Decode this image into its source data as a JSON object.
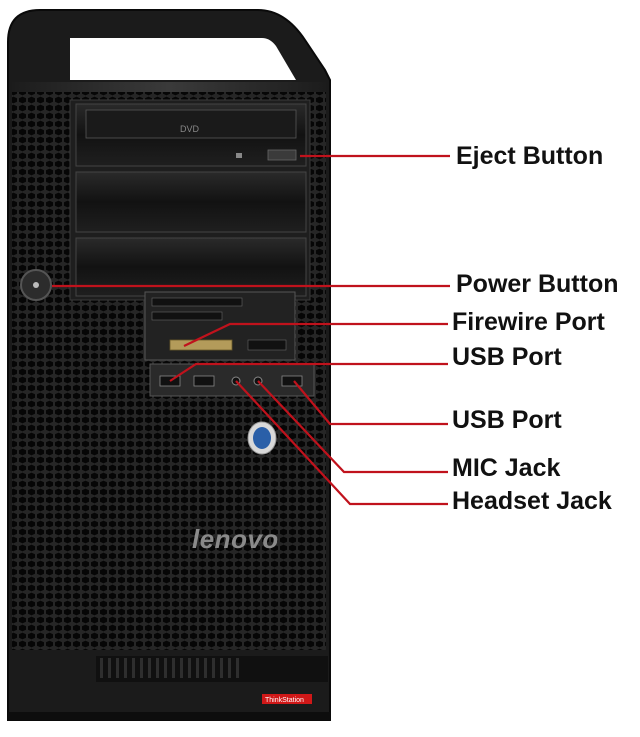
{
  "brand": {
    "logo_text": "lenovo",
    "series_badge": "ThinkStation"
  },
  "callouts": [
    {
      "id": "eject-button",
      "label": "Eject Button"
    },
    {
      "id": "power-button",
      "label": "Power Button"
    },
    {
      "id": "firewire-port",
      "label": "Firewire Port"
    },
    {
      "id": "usb-port-upper",
      "label": "USB Port"
    },
    {
      "id": "usb-port-lower",
      "label": "USB Port"
    },
    {
      "id": "mic-jack",
      "label": "MIC Jack"
    },
    {
      "id": "headset-jack",
      "label": "Headset Jack"
    }
  ],
  "colors": {
    "leader_line": "#c0121c",
    "case_body": "#1a1a1a",
    "mesh_hole": "#050505",
    "bay": "#151515",
    "logo": "#7a7a7a",
    "badge": "#d01818"
  }
}
